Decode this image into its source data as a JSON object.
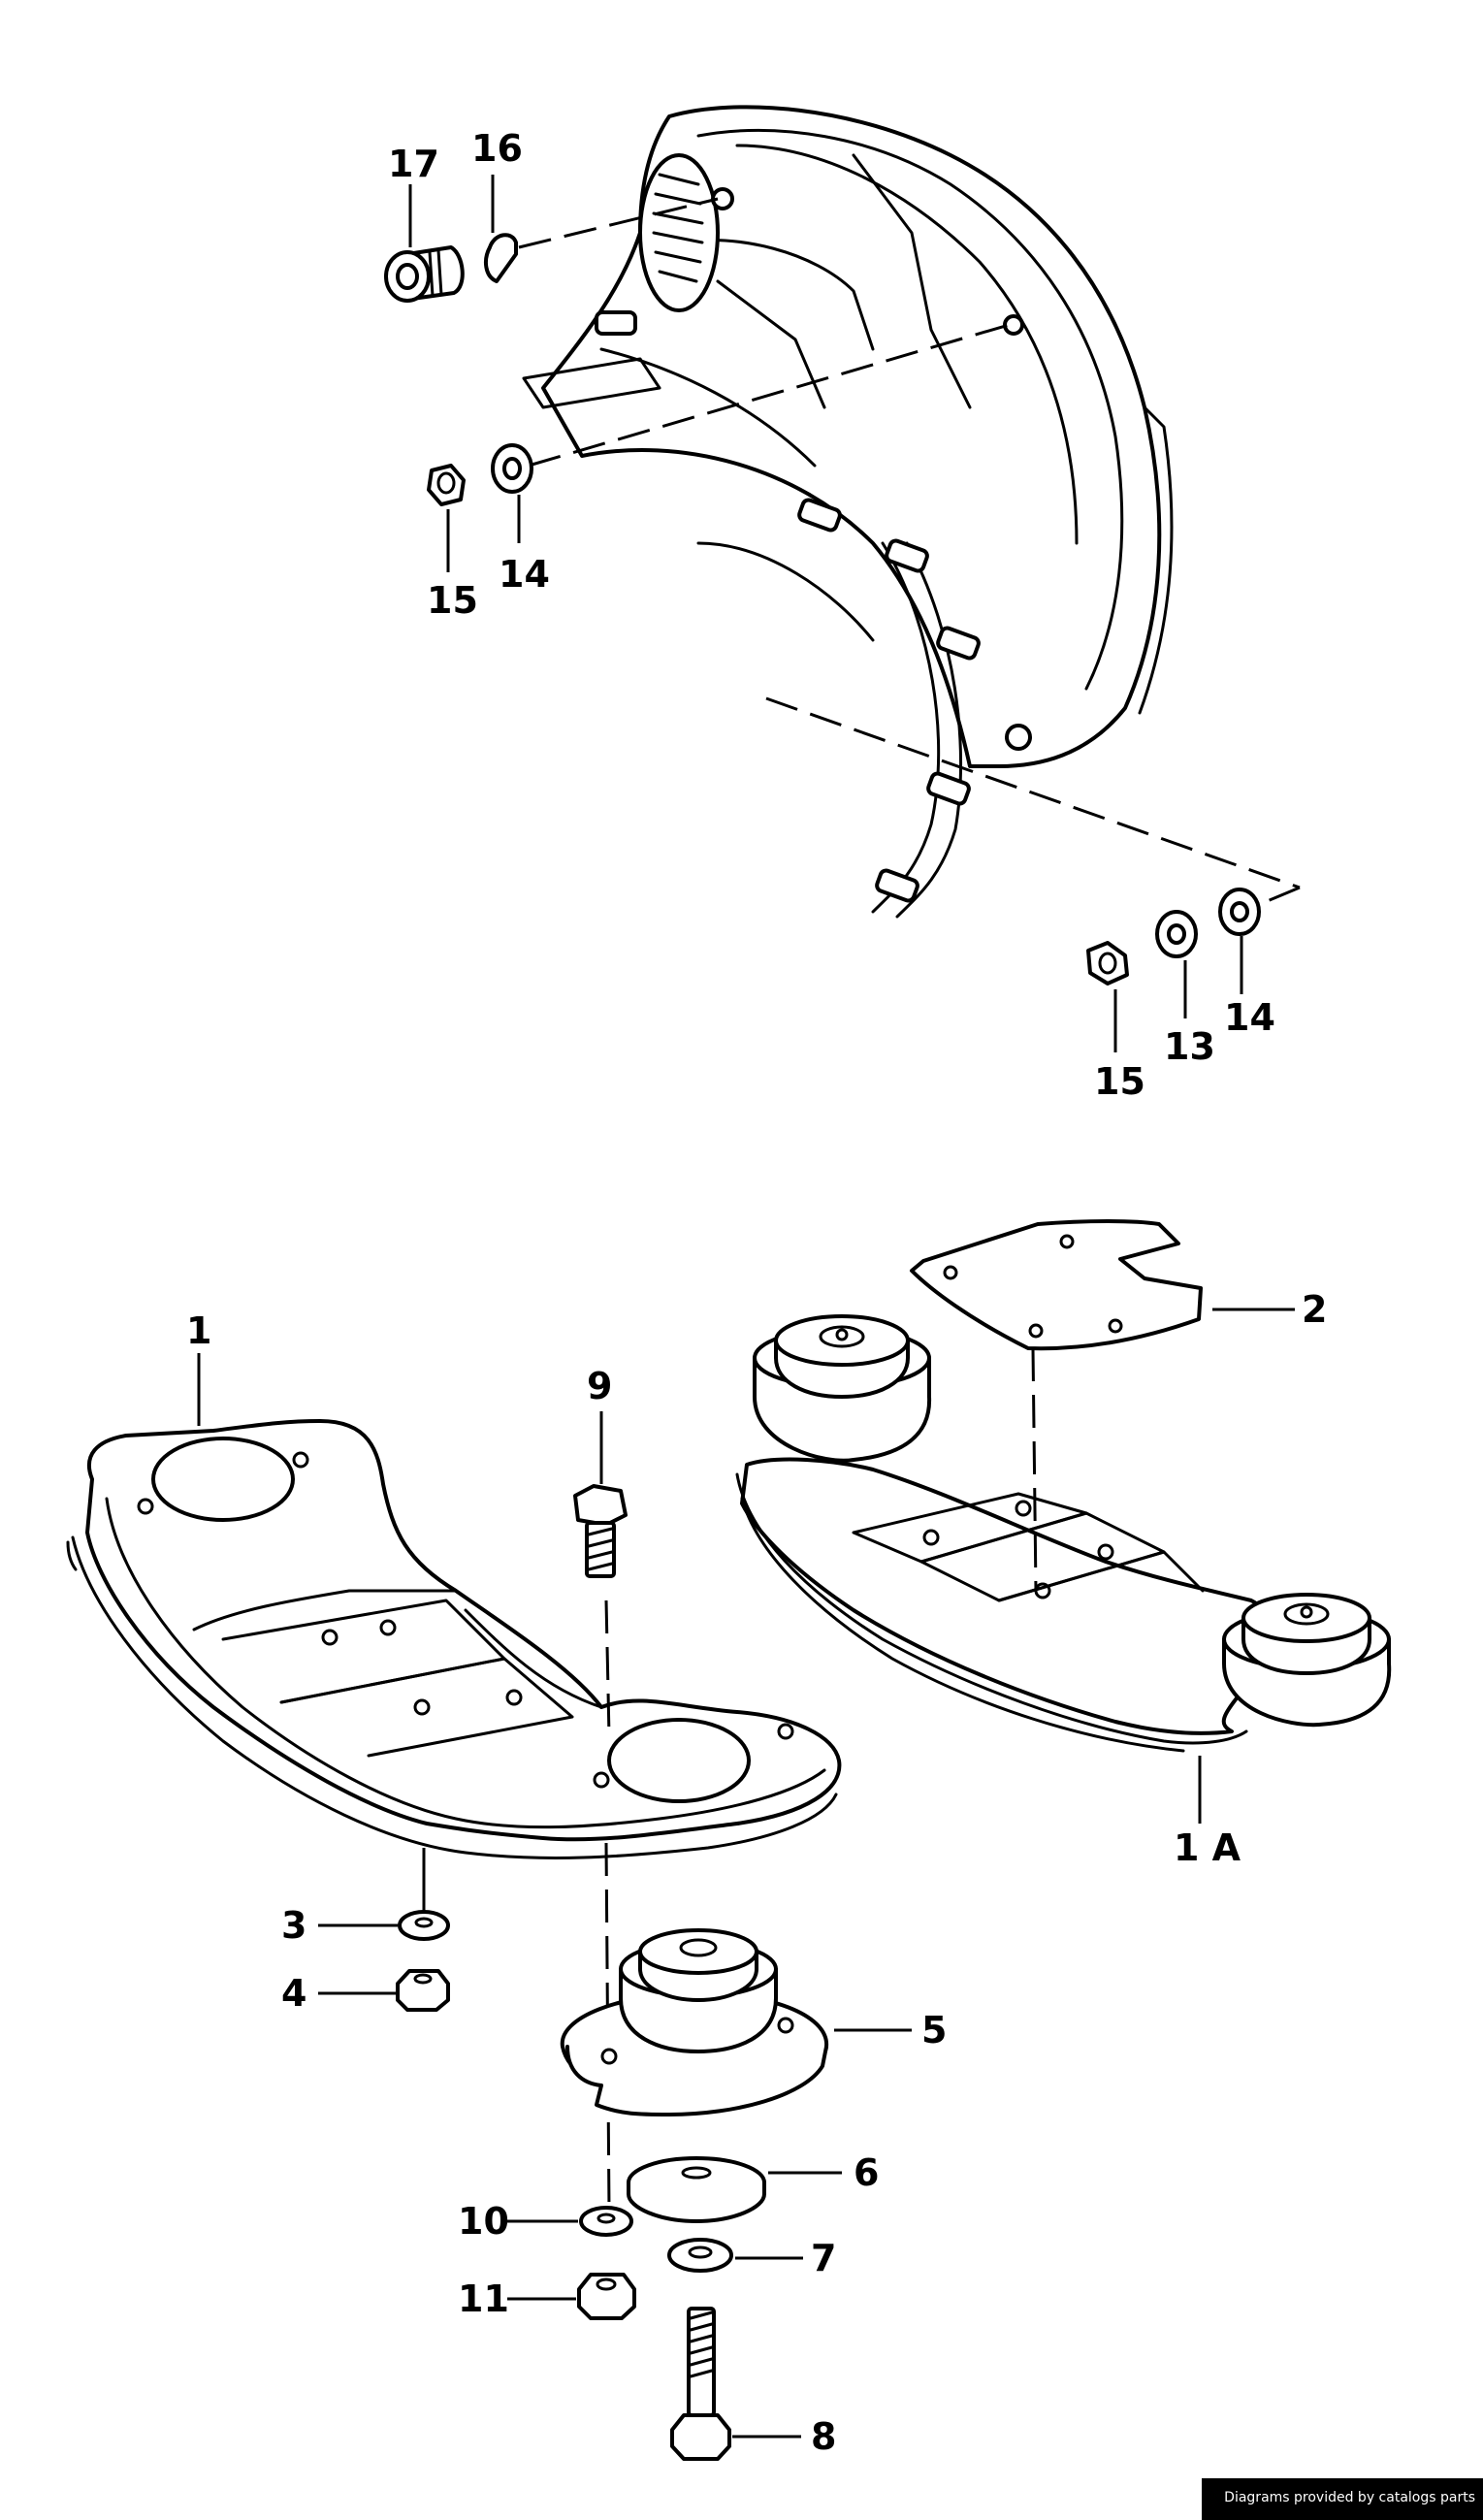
{
  "callouts": {
    "c1": "1",
    "c1a": "1 A",
    "c2": "2",
    "c3": "3",
    "c4": "4",
    "c5": "5",
    "c6": "6",
    "c7": "7",
    "c8": "8",
    "c9": "9",
    "c10": "10",
    "c11": "11",
    "c13": "13",
    "c14a": "14",
    "c14b": "14",
    "c15a": "15",
    "c15b": "15",
    "c16": "16",
    "c17": "17"
  },
  "credit": "Diagrams provided by catalogs parts"
}
